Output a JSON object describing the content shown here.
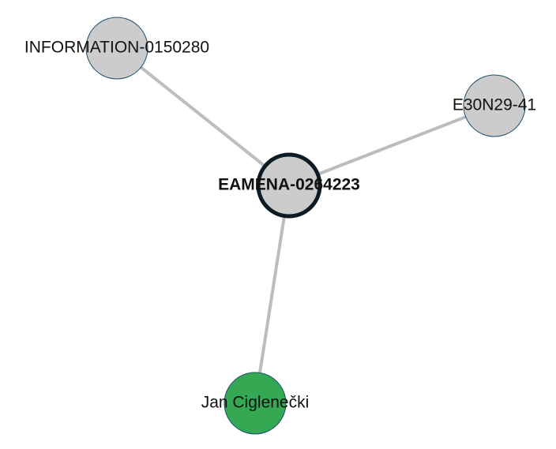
{
  "graph": {
    "colors": {
      "background": "#ffffff",
      "edge": "#bdbdbd",
      "node_fill_default": "#cccccc",
      "node_fill_person": "#34a853",
      "node_stroke_default": "#1f4e6b",
      "node_stroke_central": "#0d1b24"
    },
    "nodes": [
      {
        "id": "center",
        "label": "EAMENA-0264223",
        "kind": "central",
        "fill": "#cccccc",
        "stroke": "#0d1b24"
      },
      {
        "id": "info",
        "label": "INFORMATION-0150280",
        "kind": "related",
        "fill": "#cccccc",
        "stroke": "#1f4e6b"
      },
      {
        "id": "grid",
        "label": "E30N29-41",
        "kind": "related",
        "fill": "#cccccc",
        "stroke": "#1f4e6b"
      },
      {
        "id": "person",
        "label": "Jan Ciglenečki",
        "kind": "person",
        "fill": "#34a853",
        "stroke": "#1f4e6b"
      }
    ],
    "edges": [
      {
        "from": "center",
        "to": "info"
      },
      {
        "from": "center",
        "to": "grid"
      },
      {
        "from": "center",
        "to": "person"
      }
    ]
  }
}
